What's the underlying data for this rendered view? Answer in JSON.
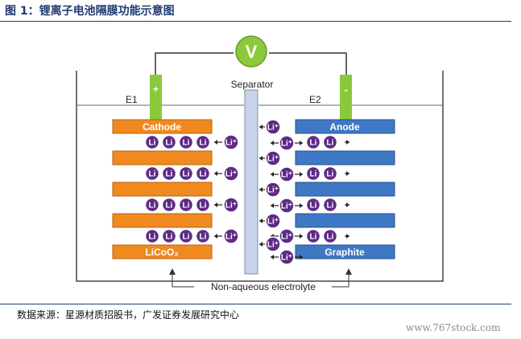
{
  "figure": {
    "title": "图 1：锂离子电池隔膜功能示意图",
    "source": "数据来源：星源材质招股书，广发证券发展研究中心",
    "watermark": "www.767stock.com"
  },
  "diagram": {
    "voltmeter": "V",
    "separator": "Separator",
    "electrode_left": "E1",
    "electrode_right": "E2",
    "terminal_plus": "+",
    "terminal_minus": "-",
    "cathode": "Cathode",
    "anode": "Anode",
    "cathode_material": "LiCoO₂",
    "anode_material": "Graphite",
    "electrolyte": "Non-aqueous electrolyte",
    "li_atom": "Li",
    "li_ion": "Li⁺",
    "colors": {
      "cathode": "#f08a1f",
      "anode": "#3f78c4",
      "terminal": "#8cc83c",
      "li_atom": "#5e2a86",
      "separator": "#c7d3e6",
      "title": "#1f3b72"
    }
  }
}
